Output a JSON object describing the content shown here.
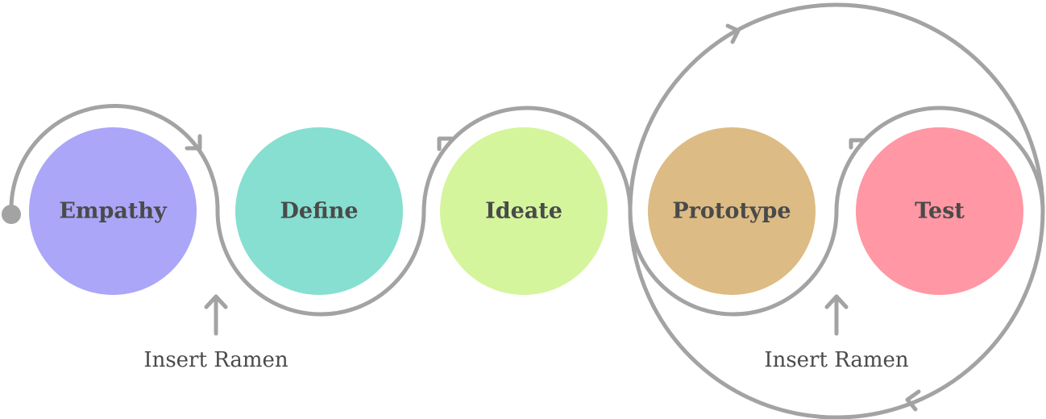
{
  "stages": [
    {
      "label": "Empathy",
      "color": "#aba6f8"
    },
    {
      "label": "Define",
      "color": "#86dfd1"
    },
    {
      "label": "Ideate",
      "color": "#d4f59c"
    },
    {
      "label": "Prototype",
      "color": "#dcbc84"
    },
    {
      "label": "Test",
      "color": "#ff97a4"
    }
  ],
  "notes": [
    {
      "label": "Insert Ramen"
    },
    {
      "label": "Insert Ramen"
    }
  ],
  "colors": {
    "track": "#a3a3a3",
    "text": "#4a4a4a"
  }
}
